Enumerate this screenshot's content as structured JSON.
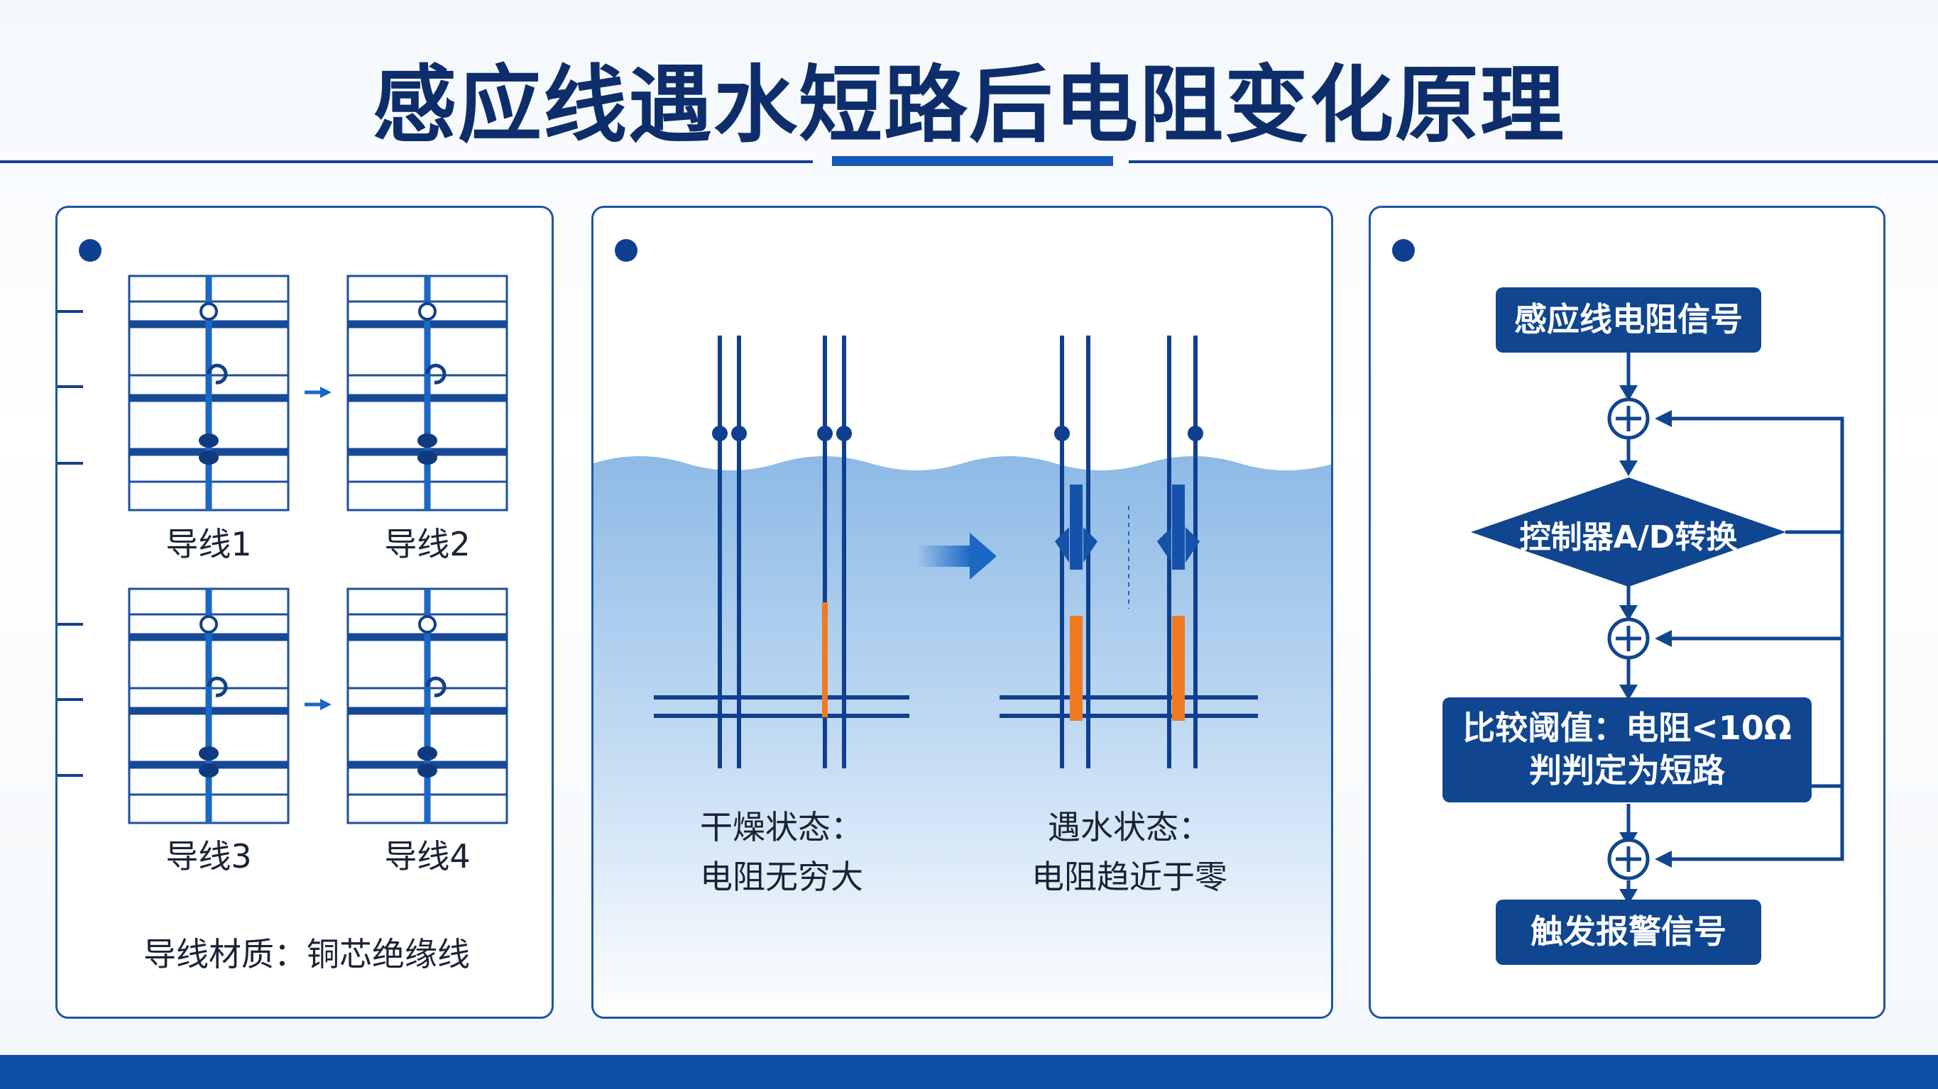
{
  "title": "感应线遇水短路后电阻变化原理",
  "panel_left": {
    "wires": [
      "导线1",
      "导线2",
      "导线3",
      "导线4"
    ],
    "material": "导线材质：铜芯绝缘线"
  },
  "panel_middle": {
    "dry_line1": "干燥状态：",
    "dry_line2": "电阻无穷大",
    "wet_line1": "遇水状态：",
    "wet_line2": "电阻趋近于零"
  },
  "panel_right": {
    "box1": "感应线电阻信号",
    "diamond": "控制器A/D转换",
    "box2_line1": "比较阈值：电阻<10Ω",
    "box2_line2": "判判定为短路",
    "box3": "触发报警信号"
  },
  "colors": {
    "navy": "#0d2d6b",
    "blue": "#1558b8",
    "water": "#8fbbe6",
    "orange": "#f07a22"
  }
}
